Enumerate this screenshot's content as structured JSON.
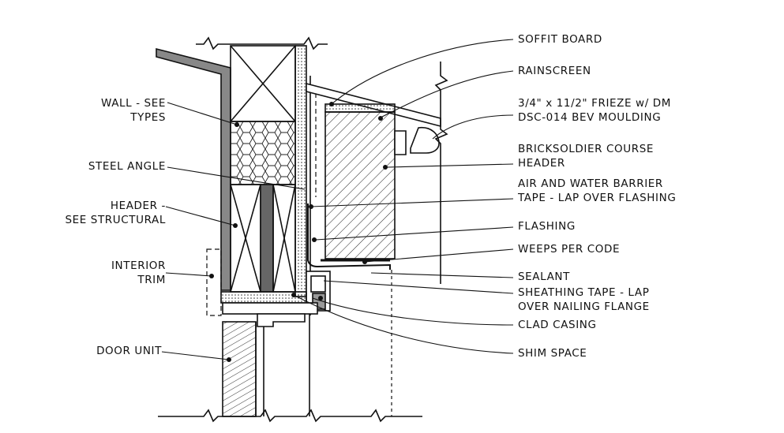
{
  "diagram": {
    "left_labels": {
      "wall_line1": "WALL - SEE",
      "wall_line2": "TYPES",
      "steel_angle": "STEEL ANGLE",
      "header_line1": "HEADER -",
      "header_line2": "SEE STRUCTURAL",
      "interior_line1": "INTERIOR",
      "interior_line2": "TRIM",
      "door_unit": "DOOR UNIT"
    },
    "right_labels": {
      "soffit_board": "SOFFIT BOARD",
      "rainscreen": "RAINSCREEN",
      "frieze_line1": "3/4\" x 11/2\" FRIEZE w/ DM",
      "frieze_line2": "DSC-014 BEV MOULDING",
      "brick_line1": "BRICKSOLDIER COURSE",
      "brick_line2": "HEADER",
      "barrier_line1": "AIR AND WATER BARRIER",
      "barrier_line2": "TAPE - LAP OVER FLASHING",
      "flashing": "FLASHING",
      "weeps": "WEEPS PER CODE",
      "sealant": "SEALANT",
      "sheathing_line1": "SHEATHING TAPE - LAP",
      "sheathing_line2": "OVER NAILING FLANGE",
      "clad_casing": "CLAD CASING",
      "shim_space": "SHIM SPACE"
    }
  }
}
